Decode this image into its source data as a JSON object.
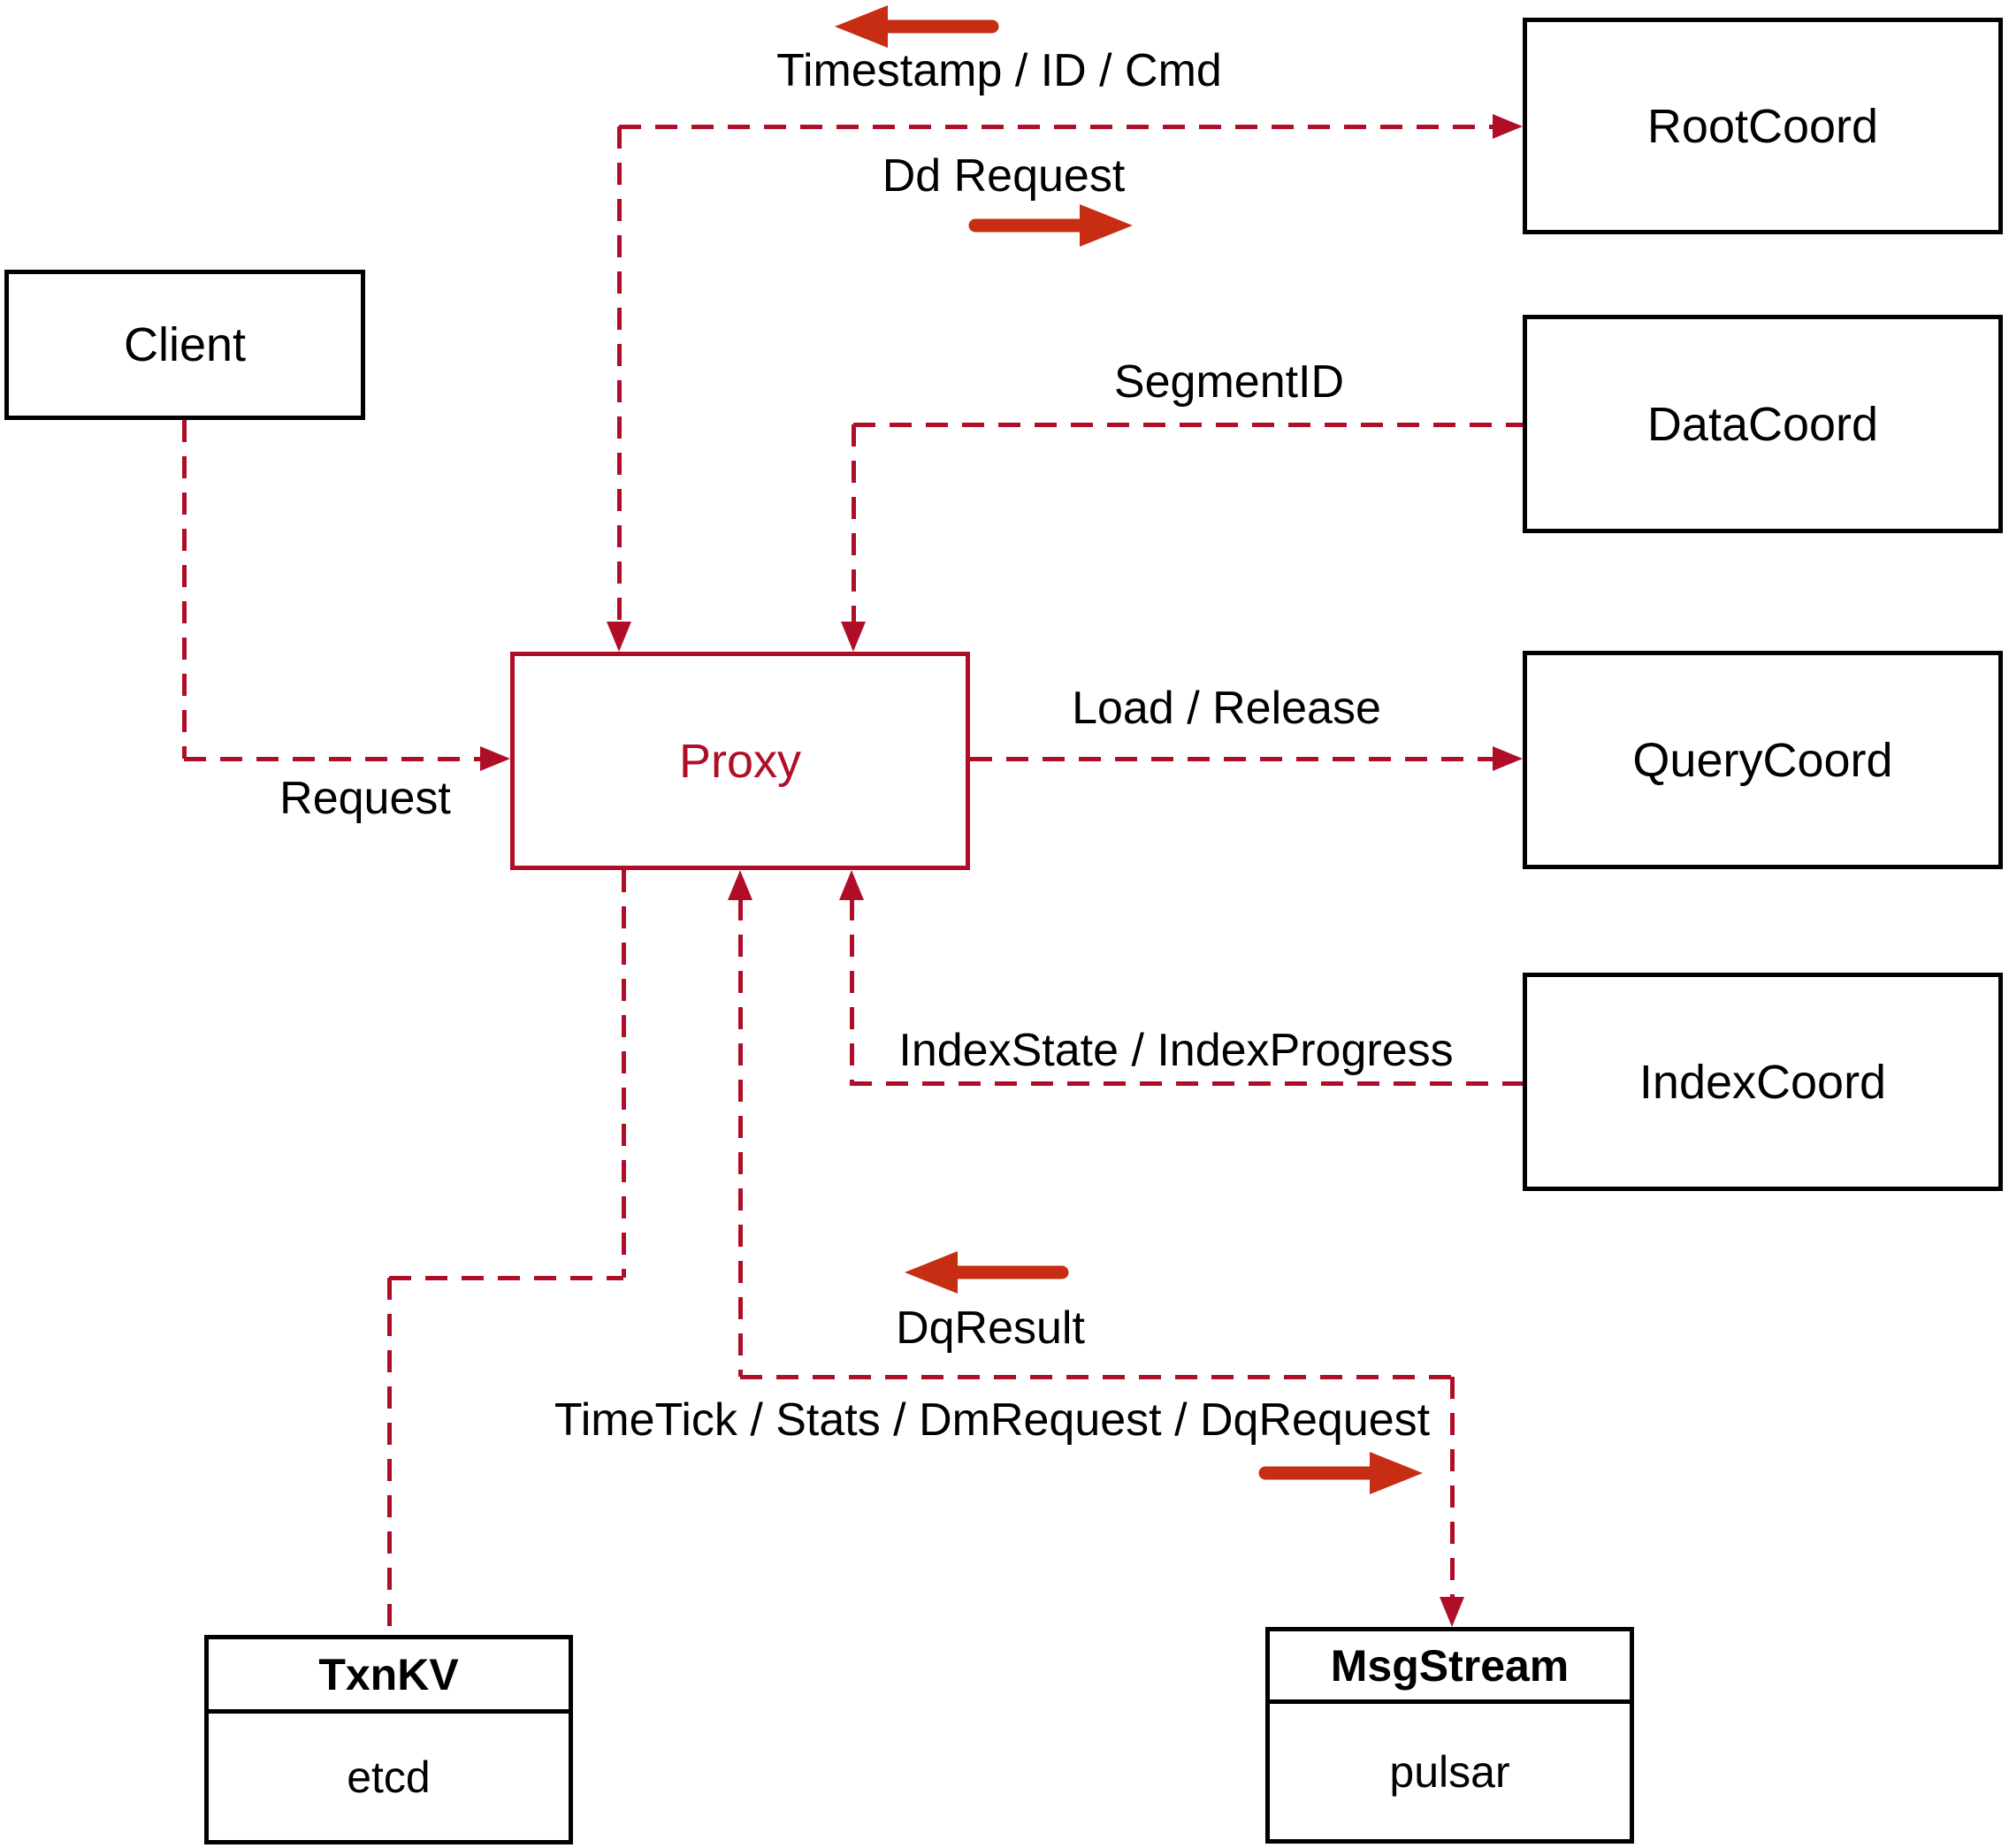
{
  "colors": {
    "line": "#b00e28",
    "arrow": "#c62d12",
    "border": "#000000",
    "text": "#000000",
    "bg": "#ffffff"
  },
  "nodes": {
    "client": {
      "label": "Client"
    },
    "rootcoord": {
      "label": "RootCoord"
    },
    "datacoord": {
      "label": "DataCoord"
    },
    "querycoord": {
      "label": "QueryCoord"
    },
    "indexcoord": {
      "label": "IndexCoord"
    },
    "proxy": {
      "label": "Proxy"
    },
    "txnkv": {
      "title": "TxnKV",
      "impl": "etcd"
    },
    "msgstream": {
      "title": "MsgStream",
      "impl": "pulsar"
    }
  },
  "edges": {
    "client_proxy": {
      "label": "Request"
    },
    "proxy_rootcoord": {
      "label_to_proxy": "Timestamp / ID / Cmd",
      "label_to_rootcoord": "Dd Request"
    },
    "datacoord_proxy": {
      "label": "SegmentID"
    },
    "proxy_querycoord": {
      "label": "Load / Release"
    },
    "indexcoord_proxy": {
      "label": "IndexState / IndexProgress"
    },
    "proxy_msgstream": {
      "label_to_proxy": "DqResult",
      "label_to_msgstream": "TimeTick / Stats / DmRequest / DqRequest"
    }
  }
}
